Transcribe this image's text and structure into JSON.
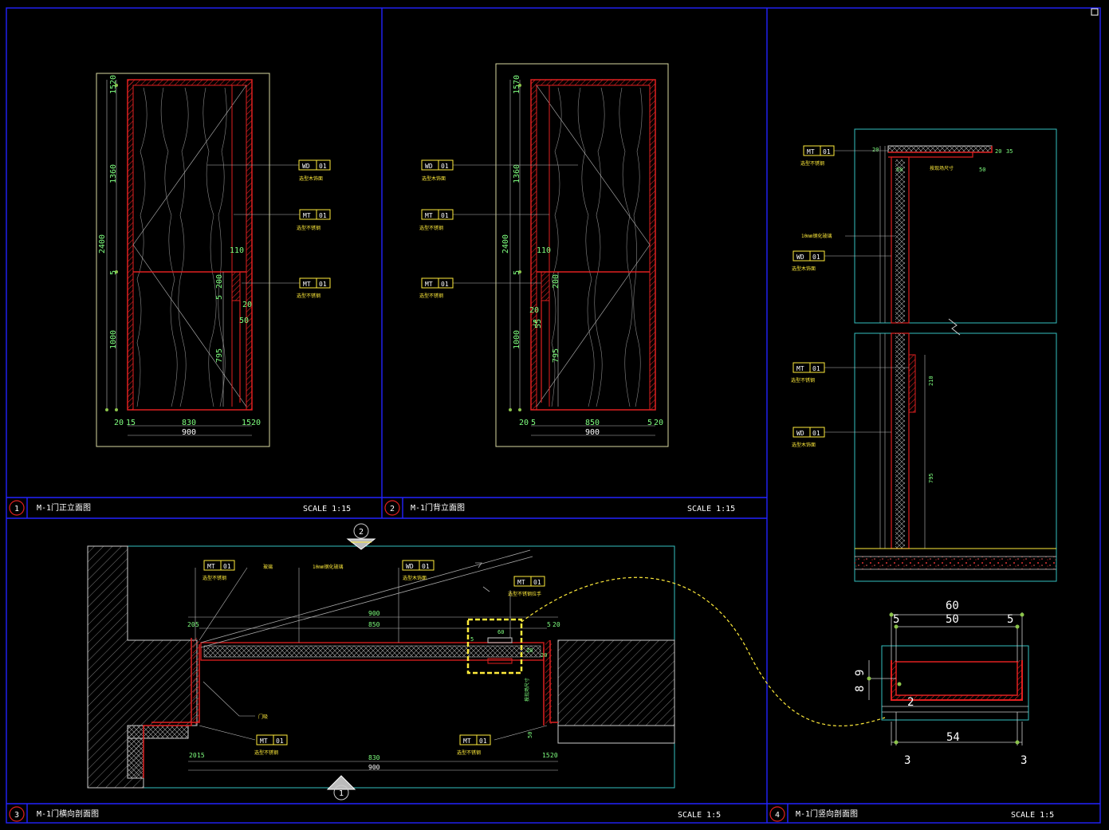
{
  "panels": [
    {
      "num": "1",
      "title": "M-1门正立面图",
      "scale": "SCALE 1:15"
    },
    {
      "num": "2",
      "title": "M-1门背立面图",
      "scale": "SCALE 1:15"
    },
    {
      "num": "3",
      "title": "M-1门横向剖面图",
      "scale": "SCALE 1:5"
    },
    {
      "num": "4",
      "title": "M-1门竖向剖面图",
      "scale": "SCALE 1:5"
    }
  ],
  "tags": {
    "wd01": {
      "code": "WD",
      "num": "01",
      "note": "选型木饰面"
    },
    "mt01": {
      "code": "MT",
      "num": "01",
      "note": "选型不锈钢"
    }
  },
  "elev1": {
    "dims_v": [
      "1520",
      "1360",
      "2400",
      "5",
      "1000"
    ],
    "inner_v": [
      "5",
      "110",
      "200",
      "5",
      "20",
      "50",
      "795"
    ],
    "bottom_a": [
      "20",
      "15",
      "830",
      "15",
      "20"
    ],
    "bottom_total": "900"
  },
  "elev2": {
    "dims_v": [
      "1570",
      "1360",
      "2400",
      "5",
      "1000"
    ],
    "inner_v": [
      "110",
      "200",
      "20",
      "55",
      "5",
      "795"
    ],
    "bottom_a": [
      "20",
      "5",
      "850",
      "5",
      "20"
    ],
    "bottom_total": "900"
  },
  "plan": {
    "section_top": "2",
    "section_bottom": "1",
    "notes": [
      "玻璃",
      "10mm钢化玻璃",
      "门吸",
      "选型不锈钢拉手"
    ],
    "dims_top": [
      "900",
      "850"
    ],
    "dims_left": [
      "20",
      "5"
    ],
    "dims_right": [
      "5",
      "20"
    ],
    "dims_bottom": [
      "20",
      "15",
      "830",
      "15",
      "20",
      "900"
    ],
    "detail_vals": [
      "60",
      "5",
      "20",
      "20",
      "50"
    ],
    "side_label": "按现场尺寸"
  },
  "vsec": {
    "dims_top": [
      "20",
      "20",
      "35",
      "50",
      "50"
    ],
    "note_top": "按现场尺寸",
    "note_glass": "10mm钢化玻璃",
    "dim_210": "210",
    "dim_795": "795"
  },
  "detail": {
    "d60": "60",
    "d50": "50",
    "d5a": "5",
    "d5b": "5",
    "d9": "9",
    "d8": "8",
    "d2": "2",
    "d54": "54",
    "d3a": "3",
    "d3b": "3"
  }
}
